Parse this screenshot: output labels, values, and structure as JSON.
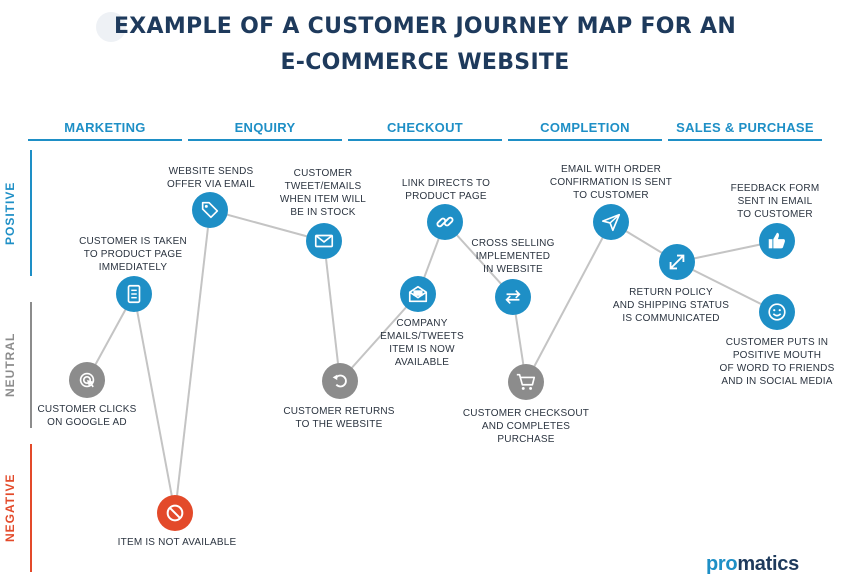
{
  "title": {
    "line1": "EXAMPLE OF A CUSTOMER JOURNEY MAP FOR AN",
    "line2": "E-COMMERCE WEBSITE"
  },
  "stages": [
    "MARKETING",
    "ENQUIRY",
    "CHECKOUT",
    "COMPLETION",
    "SALES & PURCHASE"
  ],
  "sentiment": {
    "positive": "POSITIVE",
    "neutral": "NEUTRAL",
    "negative": "NEGATIVE"
  },
  "colors": {
    "blue": "#1e8fc6",
    "gray": "#8c8c8c",
    "red": "#e34a2a",
    "navy": "#1e3a5c"
  },
  "nodes": {
    "google_ad": {
      "label": "CUSTOMER CLICKS\nON GOOGLE AD",
      "icon": "cursor-click-icon"
    },
    "product_page": {
      "label": "CUSTOMER IS TAKEN\nTO PRODUCT PAGE\nIMMEDIATELY",
      "icon": "document-list-icon"
    },
    "not_available": {
      "label": "ITEM IS NOT AVAILABLE",
      "icon": "prohibited-icon"
    },
    "offer_email": {
      "label": "WEBSITE SENDS\nOFFER VIA EMAIL",
      "icon": "price-tag-icon"
    },
    "tweet_email": {
      "label": "CUSTOMER\nTWEET/EMAILS\nWHEN ITEM WILL\nBE IN STOCK",
      "icon": "envelope-icon"
    },
    "returns": {
      "label": "CUSTOMER RETURNS\nTO THE WEBSITE",
      "icon": "return-arrow-icon"
    },
    "company_emails": {
      "label": "COMPANY\nEMAILS/TWEETS\nITEM IS NOW\nAVAILABLE",
      "icon": "mail-open-icon"
    },
    "link_product": {
      "label": "LINK DIRECTS TO\nPRODUCT PAGE",
      "icon": "chain-link-icon"
    },
    "cross_selling": {
      "label": "CROSS SELLING\nIMPLEMENTED\nIN WEBSITE",
      "icon": "swap-arrows-icon"
    },
    "checkout": {
      "label": "CUSTOMER CHECKSOUT\nAND COMPLETES\nPURCHASE",
      "icon": "shopping-cart-icon"
    },
    "email_confirm": {
      "label": "EMAIL WITH ORDER\nCONFIRMATION IS SENT\nTO CUSTOMER",
      "icon": "paper-plane-icon"
    },
    "return_policy": {
      "label": "RETURN POLICY\nAND SHIPPING STATUS\nIS COMMUNICATED",
      "icon": "expand-arrows-icon"
    },
    "feedback": {
      "label": "FEEDBACK FORM\nSENT IN EMAIL\nTO CUSTOMER",
      "icon": "thumbs-up-icon"
    },
    "word_of_mouth": {
      "label": "CUSTOMER PUTS IN\nPOSITIVE MOUTH\nOF WORD TO FRIENDS\nAND IN SOCIAL MEDIA",
      "icon": "smiley-icon"
    }
  },
  "brand": {
    "part1": "pro",
    "part2": "matics"
  }
}
